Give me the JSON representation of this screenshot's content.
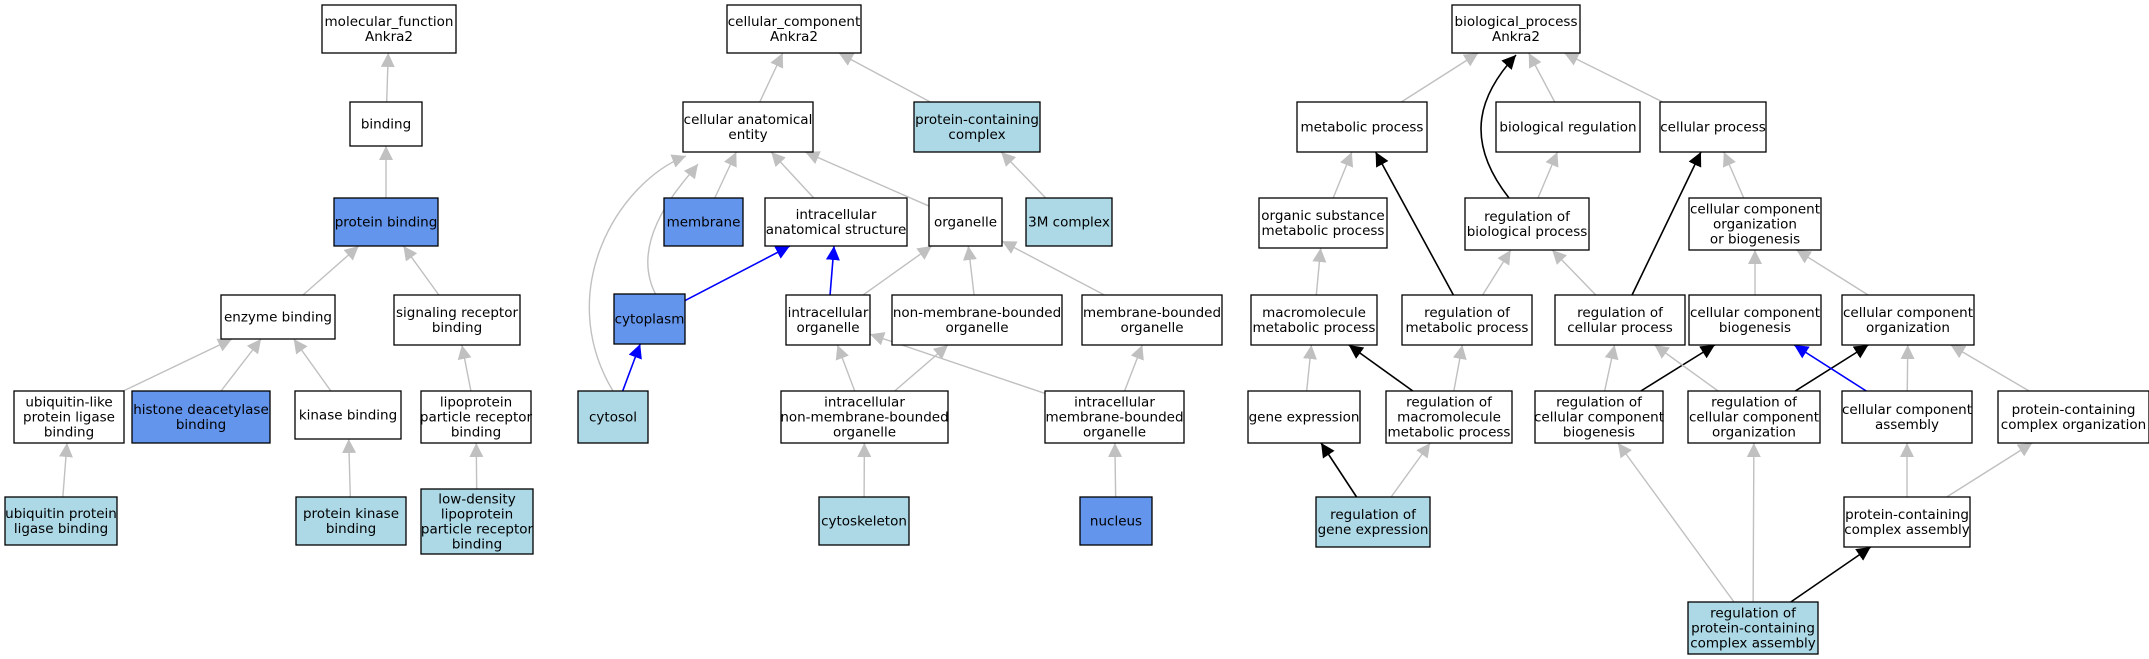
{
  "colors": {
    "plain": "#ffffff",
    "light": "#add8e6",
    "strong": "#6495ed",
    "edge_gray": "#c0c0c0",
    "edge_black": "#000000",
    "edge_blue": "#0000ff"
  },
  "nodes": [
    {
      "id": "mf_root",
      "lines": [
        "molecular_function",
        "Ankra2"
      ],
      "fill": "plain"
    },
    {
      "id": "binding",
      "lines": [
        "binding"
      ],
      "fill": "plain"
    },
    {
      "id": "protein_binding",
      "lines": [
        "protein binding"
      ],
      "fill": "strong"
    },
    {
      "id": "enzyme_binding",
      "lines": [
        "enzyme binding"
      ],
      "fill": "plain"
    },
    {
      "id": "signaling_receptor_binding",
      "lines": [
        "signaling receptor",
        "binding"
      ],
      "fill": "plain"
    },
    {
      "id": "ubl_ligase_binding",
      "lines": [
        "ubiquitin-like",
        "protein ligase",
        "binding"
      ],
      "fill": "plain"
    },
    {
      "id": "hdac_binding",
      "lines": [
        "histone deacetylase",
        "binding"
      ],
      "fill": "strong"
    },
    {
      "id": "kinase_binding",
      "lines": [
        "kinase binding"
      ],
      "fill": "plain"
    },
    {
      "id": "lipoprotein_receptor_binding",
      "lines": [
        "lipoprotein",
        "particle receptor",
        "binding"
      ],
      "fill": "plain"
    },
    {
      "id": "ubiquitin_ligase_binding",
      "lines": [
        "ubiquitin protein",
        "ligase binding"
      ],
      "fill": "light"
    },
    {
      "id": "protein_kinase_binding",
      "lines": [
        "protein kinase",
        "binding"
      ],
      "fill": "light"
    },
    {
      "id": "ldl_receptor_binding",
      "lines": [
        "low-density",
        "lipoprotein",
        "particle receptor",
        "binding"
      ],
      "fill": "light"
    },
    {
      "id": "cc_root",
      "lines": [
        "cellular_component",
        "Ankra2"
      ],
      "fill": "plain"
    },
    {
      "id": "cellular_anatomical_entity",
      "lines": [
        "cellular anatomical",
        "entity"
      ],
      "fill": "plain"
    },
    {
      "id": "protein_containing_complex",
      "lines": [
        "protein-containing",
        "complex"
      ],
      "fill": "light"
    },
    {
      "id": "membrane",
      "lines": [
        "membrane"
      ],
      "fill": "strong"
    },
    {
      "id": "intracellular_structure",
      "lines": [
        "intracellular",
        "anatomical structure"
      ],
      "fill": "plain"
    },
    {
      "id": "organelle",
      "lines": [
        "organelle"
      ],
      "fill": "plain"
    },
    {
      "id": "three_m_complex",
      "lines": [
        "3M complex"
      ],
      "fill": "light"
    },
    {
      "id": "cytoplasm",
      "lines": [
        "cytoplasm"
      ],
      "fill": "strong"
    },
    {
      "id": "intracellular_organelle",
      "lines": [
        "intracellular",
        "organelle"
      ],
      "fill": "plain"
    },
    {
      "id": "non_membrane_organelle",
      "lines": [
        "non-membrane-bounded",
        "organelle"
      ],
      "fill": "plain"
    },
    {
      "id": "membrane_organelle",
      "lines": [
        "membrane-bounded",
        "organelle"
      ],
      "fill": "plain"
    },
    {
      "id": "cytosol",
      "lines": [
        "cytosol"
      ],
      "fill": "light"
    },
    {
      "id": "intra_non_membrane_organelle",
      "lines": [
        "intracellular",
        "non-membrane-bounded",
        "organelle"
      ],
      "fill": "plain"
    },
    {
      "id": "intra_membrane_organelle",
      "lines": [
        "intracellular",
        "membrane-bounded",
        "organelle"
      ],
      "fill": "plain"
    },
    {
      "id": "cytoskeleton",
      "lines": [
        "cytoskeleton"
      ],
      "fill": "light"
    },
    {
      "id": "nucleus",
      "lines": [
        "nucleus"
      ],
      "fill": "strong"
    },
    {
      "id": "bp_root",
      "lines": [
        "biological_process",
        "Ankra2"
      ],
      "fill": "plain"
    },
    {
      "id": "metabolic_process",
      "lines": [
        "metabolic process"
      ],
      "fill": "plain"
    },
    {
      "id": "biological_regulation",
      "lines": [
        "biological regulation"
      ],
      "fill": "plain"
    },
    {
      "id": "cellular_process",
      "lines": [
        "cellular process"
      ],
      "fill": "plain"
    },
    {
      "id": "organic_substance_metabolic",
      "lines": [
        "organic substance",
        "metabolic process"
      ],
      "fill": "plain"
    },
    {
      "id": "reg_biological_process",
      "lines": [
        "regulation of",
        "biological process"
      ],
      "fill": "plain"
    },
    {
      "id": "cc_org_or_biogenesis",
      "lines": [
        "cellular component",
        "organization",
        "or biogenesis"
      ],
      "fill": "plain"
    },
    {
      "id": "macromolecule_metabolic",
      "lines": [
        "macromolecule",
        "metabolic process"
      ],
      "fill": "plain"
    },
    {
      "id": "reg_metabolic_process",
      "lines": [
        "regulation of",
        "metabolic process"
      ],
      "fill": "plain"
    },
    {
      "id": "reg_cellular_process",
      "lines": [
        "regulation of",
        "cellular process"
      ],
      "fill": "plain"
    },
    {
      "id": "cc_biogenesis",
      "lines": [
        "cellular component",
        "biogenesis"
      ],
      "fill": "plain"
    },
    {
      "id": "cc_organization",
      "lines": [
        "cellular component",
        "organization"
      ],
      "fill": "plain"
    },
    {
      "id": "gene_expression",
      "lines": [
        "gene expression"
      ],
      "fill": "plain"
    },
    {
      "id": "reg_macromolecule_metabolic",
      "lines": [
        "regulation of",
        "macromolecule",
        "metabolic process"
      ],
      "fill": "plain"
    },
    {
      "id": "reg_cc_biogenesis",
      "lines": [
        "regulation of",
        "cellular component",
        "biogenesis"
      ],
      "fill": "plain"
    },
    {
      "id": "reg_cc_organization",
      "lines": [
        "regulation of",
        "cellular component",
        "organization"
      ],
      "fill": "plain"
    },
    {
      "id": "cc_assembly",
      "lines": [
        "cellular component",
        "assembly"
      ],
      "fill": "plain"
    },
    {
      "id": "pc_complex_organization",
      "lines": [
        "protein-containing",
        "complex organization"
      ],
      "fill": "plain"
    },
    {
      "id": "reg_gene_expression",
      "lines": [
        "regulation of",
        "gene expression"
      ],
      "fill": "light"
    },
    {
      "id": "pc_complex_assembly",
      "lines": [
        "protein-containing",
        "complex assembly"
      ],
      "fill": "plain"
    },
    {
      "id": "reg_pc_complex_assembly",
      "lines": [
        "regulation of",
        "protein-containing",
        "complex assembly"
      ],
      "fill": "light"
    }
  ],
  "edges": [
    {
      "from": "binding",
      "to": "mf_root",
      "color": "edge_gray"
    },
    {
      "from": "protein_binding",
      "to": "binding",
      "color": "edge_gray"
    },
    {
      "from": "enzyme_binding",
      "to": "protein_binding",
      "color": "edge_gray"
    },
    {
      "from": "signaling_receptor_binding",
      "to": "protein_binding",
      "color": "edge_gray"
    },
    {
      "from": "ubl_ligase_binding",
      "to": "enzyme_binding",
      "color": "edge_gray"
    },
    {
      "from": "hdac_binding",
      "to": "enzyme_binding",
      "color": "edge_gray"
    },
    {
      "from": "kinase_binding",
      "to": "enzyme_binding",
      "color": "edge_gray"
    },
    {
      "from": "lipoprotein_receptor_binding",
      "to": "signaling_receptor_binding",
      "color": "edge_gray"
    },
    {
      "from": "ubiquitin_ligase_binding",
      "to": "ubl_ligase_binding",
      "color": "edge_gray"
    },
    {
      "from": "protein_kinase_binding",
      "to": "kinase_binding",
      "color": "edge_gray"
    },
    {
      "from": "ldl_receptor_binding",
      "to": "lipoprotein_receptor_binding",
      "color": "edge_gray"
    },
    {
      "from": "cellular_anatomical_entity",
      "to": "cc_root",
      "color": "edge_gray"
    },
    {
      "from": "protein_containing_complex",
      "to": "cc_root",
      "color": "edge_gray"
    },
    {
      "from": "membrane",
      "to": "cellular_anatomical_entity",
      "color": "edge_gray"
    },
    {
      "from": "intracellular_structure",
      "to": "cellular_anatomical_entity",
      "color": "edge_gray"
    },
    {
      "from": "organelle",
      "to": "cellular_anatomical_entity",
      "color": "edge_gray"
    },
    {
      "from": "cytoplasm",
      "to": "cellular_anatomical_entity",
      "color": "edge_gray",
      "curve": "left_a"
    },
    {
      "from": "cytosol",
      "to": "cellular_anatomical_entity",
      "color": "edge_gray",
      "curve": "left_b"
    },
    {
      "from": "three_m_complex",
      "to": "protein_containing_complex",
      "color": "edge_gray"
    },
    {
      "from": "cytoplasm",
      "to": "intracellular_structure",
      "color": "edge_blue"
    },
    {
      "from": "intracellular_organelle",
      "to": "intracellular_structure",
      "color": "edge_blue"
    },
    {
      "from": "cytosol",
      "to": "cytoplasm",
      "color": "edge_blue"
    },
    {
      "from": "intracellular_organelle",
      "to": "organelle",
      "color": "edge_gray"
    },
    {
      "from": "non_membrane_organelle",
      "to": "organelle",
      "color": "edge_gray"
    },
    {
      "from": "membrane_organelle",
      "to": "organelle",
      "color": "edge_gray"
    },
    {
      "from": "intra_non_membrane_organelle",
      "to": "intracellular_organelle",
      "color": "edge_gray"
    },
    {
      "from": "intra_non_membrane_organelle",
      "to": "non_membrane_organelle",
      "color": "edge_gray"
    },
    {
      "from": "intra_membrane_organelle",
      "to": "intracellular_organelle",
      "color": "edge_gray"
    },
    {
      "from": "intra_membrane_organelle",
      "to": "membrane_organelle",
      "color": "edge_gray"
    },
    {
      "from": "cytoskeleton",
      "to": "intra_non_membrane_organelle",
      "color": "edge_gray"
    },
    {
      "from": "nucleus",
      "to": "intra_membrane_organelle",
      "color": "edge_gray"
    },
    {
      "from": "metabolic_process",
      "to": "bp_root",
      "color": "edge_gray"
    },
    {
      "from": "biological_regulation",
      "to": "bp_root",
      "color": "edge_gray"
    },
    {
      "from": "cellular_process",
      "to": "bp_root",
      "color": "edge_gray"
    },
    {
      "from": "reg_biological_process",
      "to": "bp_root",
      "color": "edge_black",
      "curve": "bow_left"
    },
    {
      "from": "organic_substance_metabolic",
      "to": "metabolic_process",
      "color": "edge_gray"
    },
    {
      "from": "reg_biological_process",
      "to": "biological_regulation",
      "color": "edge_gray"
    },
    {
      "from": "cc_org_or_biogenesis",
      "to": "cellular_process",
      "color": "edge_gray"
    },
    {
      "from": "macromolecule_metabolic",
      "to": "organic_substance_metabolic",
      "color": "edge_gray"
    },
    {
      "from": "reg_metabolic_process",
      "to": "metabolic_process",
      "color": "edge_black"
    },
    {
      "from": "reg_metabolic_process",
      "to": "reg_biological_process",
      "color": "edge_gray"
    },
    {
      "from": "reg_cellular_process",
      "to": "reg_biological_process",
      "color": "edge_gray"
    },
    {
      "from": "reg_cellular_process",
      "to": "cellular_process",
      "color": "edge_black"
    },
    {
      "from": "cc_biogenesis",
      "to": "cc_org_or_biogenesis",
      "color": "edge_gray"
    },
    {
      "from": "cc_organization",
      "to": "cc_org_or_biogenesis",
      "color": "edge_gray"
    },
    {
      "from": "gene_expression",
      "to": "macromolecule_metabolic",
      "color": "edge_gray"
    },
    {
      "from": "reg_macromolecule_metabolic",
      "to": "macromolecule_metabolic",
      "color": "edge_black"
    },
    {
      "from": "reg_macromolecule_metabolic",
      "to": "reg_metabolic_process",
      "color": "edge_gray"
    },
    {
      "from": "reg_cc_biogenesis",
      "to": "reg_cellular_process",
      "color": "edge_gray"
    },
    {
      "from": "reg_cc_biogenesis",
      "to": "cc_biogenesis",
      "color": "edge_black"
    },
    {
      "from": "reg_cc_organization",
      "to": "reg_cellular_process",
      "color": "edge_gray"
    },
    {
      "from": "reg_cc_organization",
      "to": "cc_organization",
      "color": "edge_black"
    },
    {
      "from": "cc_assembly",
      "to": "cc_biogenesis",
      "color": "edge_blue"
    },
    {
      "from": "cc_assembly",
      "to": "cc_organization",
      "color": "edge_gray"
    },
    {
      "from": "pc_complex_organization",
      "to": "cc_organization",
      "color": "edge_gray"
    },
    {
      "from": "reg_gene_expression",
      "to": "gene_expression",
      "color": "edge_black"
    },
    {
      "from": "reg_gene_expression",
      "to": "reg_macromolecule_metabolic",
      "color": "edge_gray"
    },
    {
      "from": "pc_complex_assembly",
      "to": "cc_assembly",
      "color": "edge_gray"
    },
    {
      "from": "pc_complex_assembly",
      "to": "pc_complex_organization",
      "color": "edge_gray"
    },
    {
      "from": "reg_pc_complex_assembly",
      "to": "reg_cc_biogenesis",
      "color": "edge_gray"
    },
    {
      "from": "reg_pc_complex_assembly",
      "to": "reg_cc_organization",
      "color": "edge_gray"
    },
    {
      "from": "reg_pc_complex_assembly",
      "to": "pc_complex_assembly",
      "color": "edge_black"
    }
  ]
}
